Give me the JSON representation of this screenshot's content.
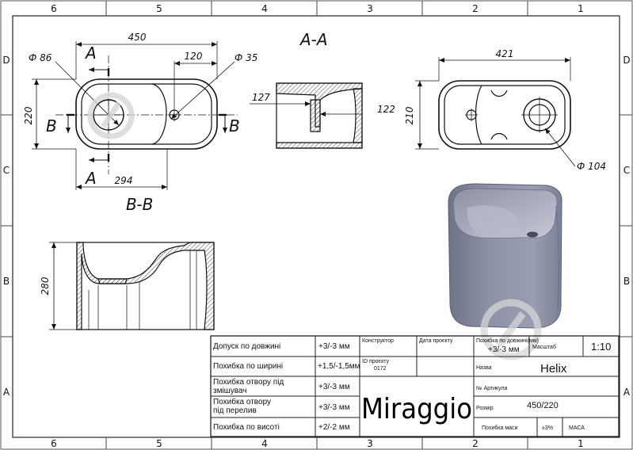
{
  "border": {
    "columns": [
      "6",
      "5",
      "4",
      "3",
      "2",
      "1"
    ],
    "rows": [
      "D",
      "C",
      "B",
      "A"
    ]
  },
  "sections": {
    "aa": "A-A",
    "bb": "B-B",
    "a": "A",
    "b": "B"
  },
  "dims": {
    "top_width": "450",
    "overflow_offset": "120",
    "drain_dia": "Ф 86",
    "overflow_dia": "Ф 35",
    "top_height": "220",
    "bottom_width": "294",
    "aa_left": "127",
    "aa_right": "122",
    "right_width": "421",
    "right_height": "210",
    "right_dia": "Ф 104",
    "bb_height": "280"
  },
  "title_block": {
    "rows": [
      {
        "label": "Допуск по довжині",
        "value": "+3/-3 мм"
      },
      {
        "label": "Похибка по ширині",
        "value": "+1,5/-1,5мм"
      },
      {
        "label": "Похибка отвору під змішувач",
        "value": "+3/-3 мм"
      },
      {
        "label": "Похибка отвору під перелив",
        "value": "+3/-3 мм"
      },
      {
        "label": "Похибка по висоті",
        "value": "+2/-2 мм"
      }
    ],
    "constructor_label": "Конструктор",
    "date_label": "Дата проєкту",
    "id_label": "ID проєкту",
    "id_value": "0172",
    "brand": "Miraggio",
    "len_tol_label": "Похибка по довжині(мм)",
    "len_tol_value": "+3/-3 мм",
    "scale_label": "Масштаб",
    "scale_value": "1:10",
    "name_label": "Назва",
    "name_value": "Helix",
    "article_label": "№ Артикула",
    "size_label": "Розмір",
    "size_value": "450/220",
    "mass_label": "Похибка маси",
    "mass_value": "±3%",
    "material": "МАСА"
  }
}
